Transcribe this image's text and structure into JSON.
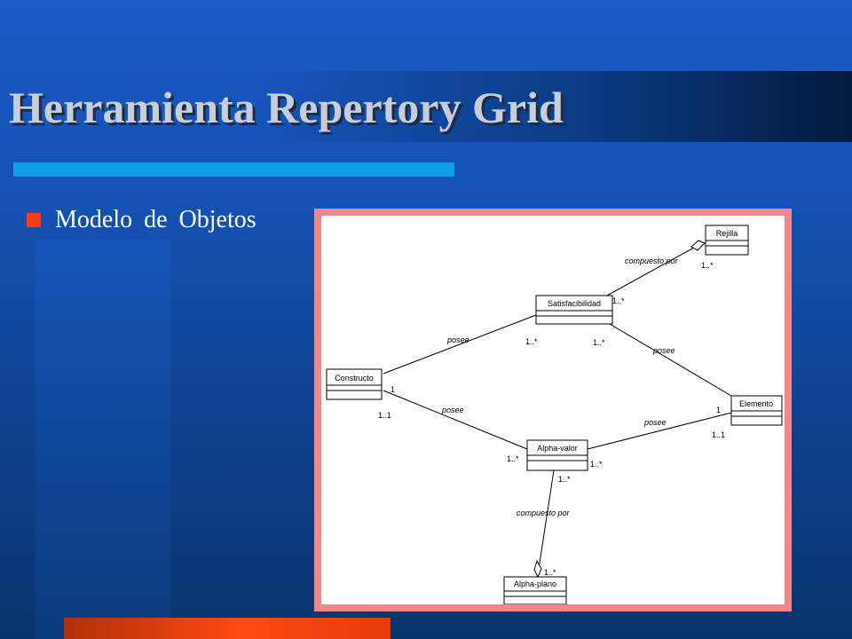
{
  "slide": {
    "title": "Herramienta Repertory Grid",
    "bullet": "Modelo de Objetos"
  },
  "colors": {
    "background": "#1450b0",
    "title_text": "#c9cdd6",
    "underline": "#0f9ee8",
    "bullet_square": "#ff3a14",
    "bottom_bar": "#ff4a10",
    "diagram_border": "#f0888a"
  },
  "diagram": {
    "classes": {
      "rejilla": "Rejilla",
      "satisfacibilidad": "Satisfacibilidad",
      "constructo": "Constructo",
      "elemento": "Elemento",
      "alpha_valor": "Alpha-valor",
      "alpha_plano": "Alpha-plano"
    },
    "associations": {
      "rejilla_satisfacibilidad": {
        "label": "compuesto por",
        "mult_rejilla": "1..*",
        "mult_satisfacibilidad": "1..*"
      },
      "constructo_satisfacibilidad": {
        "label": "posee",
        "mult_constructo": "1",
        "mult_satisfacibilidad": "1..*"
      },
      "elemento_satisfacibilidad": {
        "label": "posee",
        "mult_elemento": "1",
        "mult_satisfacibilidad": "1..*"
      },
      "constructo_alphavalor": {
        "label": "posee",
        "mult_constructo": "1..1",
        "mult_alphavalor": "1..*"
      },
      "elemento_alphavalor": {
        "label": "posee",
        "mult_elemento": "1..1",
        "mult_alphavalor": "1..*"
      },
      "alphaplano_alphavalor": {
        "label": "compuesto por",
        "mult_alphavalor": "1..*",
        "mult_alphaplano": "1..*"
      }
    }
  }
}
